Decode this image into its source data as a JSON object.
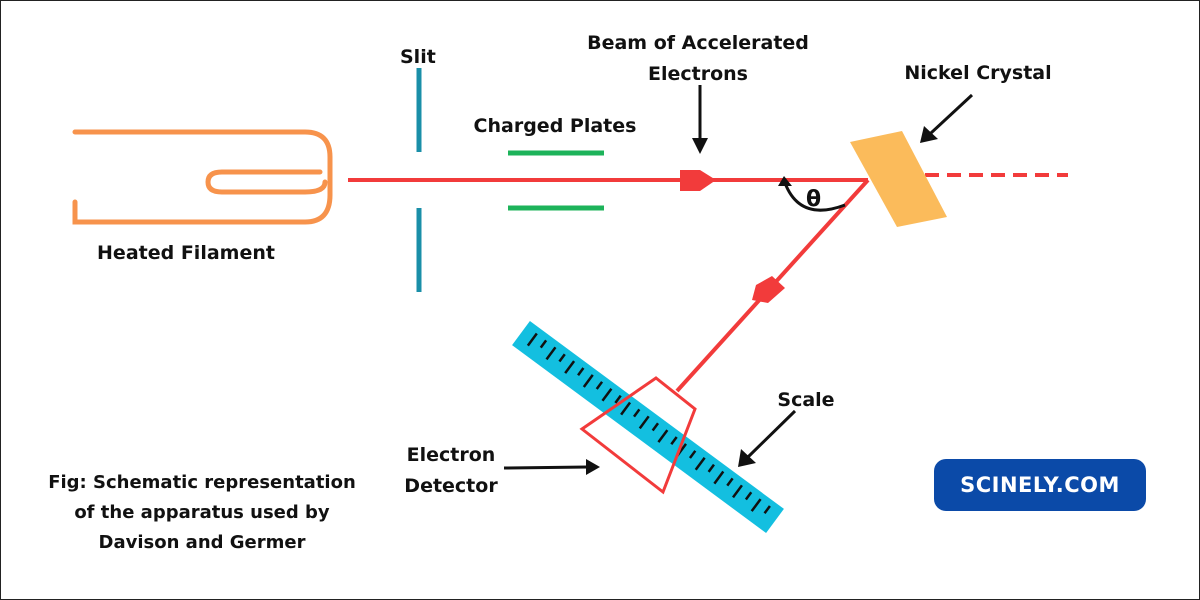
{
  "labels": {
    "slit": "Slit",
    "beam_line1": "Beam of Accelerated",
    "beam_line2": "Electrons",
    "nickel_crystal": "Nickel Crystal",
    "charged_plates": "Charged Plates",
    "heated_filament": "Heated Filament",
    "theta": "θ",
    "scale": "Scale",
    "detector_line1": "Electron",
    "detector_line2": "Detector"
  },
  "caption": {
    "line1": "Fig: Schematic representation",
    "line2": "of the apparatus used by",
    "line3": "Davison and Germer"
  },
  "brand": "SCINELY.COM",
  "colors": {
    "filament": "#f7934c",
    "beam": "#f23b3b",
    "slit": "#1a8fa8",
    "plates": "#1db35a",
    "crystal": "#fbbb5b",
    "scale": "#13bfe0",
    "brand": "#0b4aa8"
  }
}
